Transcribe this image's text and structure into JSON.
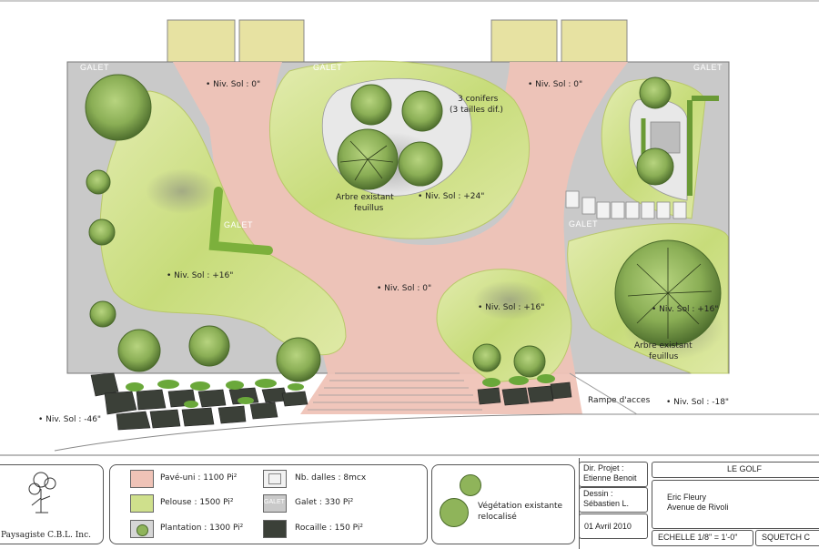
{
  "plan": {
    "galet_labels": [
      "GALET",
      "GALET",
      "GALET",
      "GALET",
      "GALET"
    ],
    "levels": {
      "top_left": "• Niv. Sol : 0\"",
      "top_right": "• Niv. Sol : 0\"",
      "center": "• Niv. Sol : +24\"",
      "left": "• Niv. Sol : +16\"",
      "middle": "• Niv. Sol : 0\"",
      "small_island": "• Niv. Sol : +16\"",
      "right": "• Niv. Sol : +16\"",
      "bottom_left": "• Niv. Sol : -46\"",
      "bottom_right": "• Niv. Sol : -18\""
    },
    "conifers_note_line1": "3 conifers",
    "conifers_note_line2": "(3 tailles dif.)",
    "tree_center_line1": "Arbre existant",
    "tree_center_line2": "feuillus",
    "tree_right_line1": "Arbre existant",
    "tree_right_line2": "feuillus",
    "ramp_label": "Rampe d'acces"
  },
  "legend": {
    "pave": "Pavé-uni : 1100 Pi²",
    "pelouse": "Pelouse : 1500 Pi²",
    "plantation": "Plantation : 1300 Pi²",
    "dalles": "Nb. dalles : 8mcx",
    "galet": "Galet : 330 Pi²",
    "galet_swatch": "GALET",
    "rocaille": "Rocaille : 150 Pi²",
    "vegetation_line1": "Végétation existante",
    "vegetation_line2": "relocalisé"
  },
  "company": {
    "name": "Paysagiste C.B.L. Inc."
  },
  "titleblock": {
    "dir_label": "Dir. Projet :",
    "dir_name": "Etienne Benoit",
    "dessin_label": "Dessin :",
    "dessin_name": "Sébastien L.",
    "date": "01 Avril 2010",
    "project": "LE GOLF",
    "client_line1": "Eric Fleury",
    "client_line2": "Avenue de Rivoli",
    "scale": "ECHELLE  1/8\" = 1'-0\"",
    "sheet": "SQUETCH C"
  },
  "colors": {
    "paving": "#efc3b7",
    "lawn": "#cfe08c",
    "gravel": "#c9c9c9",
    "tree": "#8fb45a",
    "rock": "#3b4038",
    "building": "#e7e2a2"
  }
}
